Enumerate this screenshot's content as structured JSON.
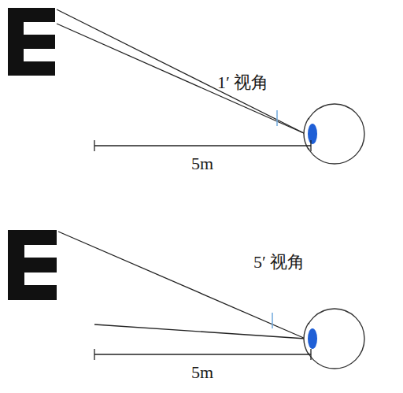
{
  "diagram": {
    "labels": [
      "1′ 视角",
      "5m",
      "5′ 视角",
      "5m"
    ]
  }
}
